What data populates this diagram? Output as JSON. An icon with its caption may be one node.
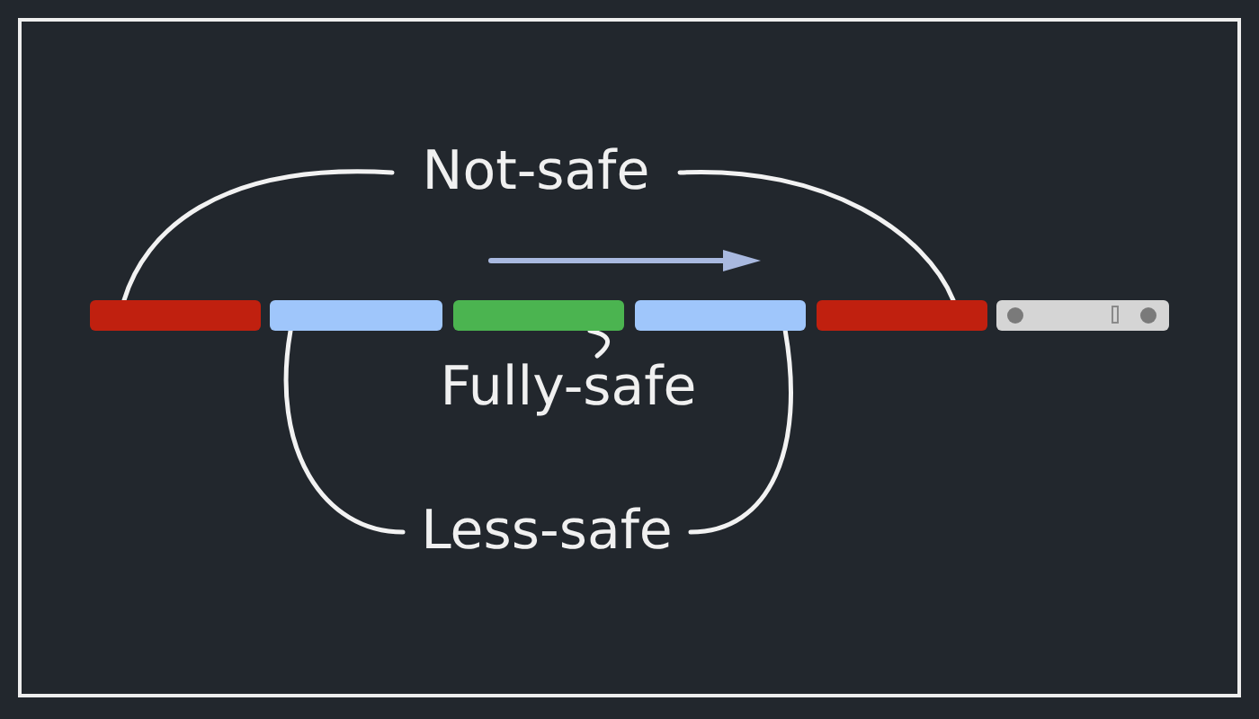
{
  "diagram": {
    "nodes": [
      {
        "text": [
          "Not-safe"
        ]
      },
      {
        "text": [],
        "shape": "bar"
      },
      {
        "text": [],
        "shape": "bar"
      },
      {
        "text": [],
        "shape": "bar"
      },
      {
        "text": [],
        "shape": "bar"
      },
      {
        "text": [],
        "shape": "bar"
      },
      {
        "text": [],
        "shape": "bar"
      },
      {
        "text": [
          "Fully-safe"
        ]
      },
      {
        "text": [
          "Less-safe"
        ]
      }
    ],
    "edges": [
      {
        "from": 0,
        "to": 1,
        "arrow": "none"
      },
      {
        "from": 0,
        "to": 5,
        "arrow": "none"
      },
      {
        "from": 7,
        "to": 3,
        "arrow": "none"
      },
      {
        "from": 8,
        "to": 2,
        "arrow": "none"
      },
      {
        "from": 8,
        "to": 4,
        "arrow": "none"
      }
    ]
  }
}
